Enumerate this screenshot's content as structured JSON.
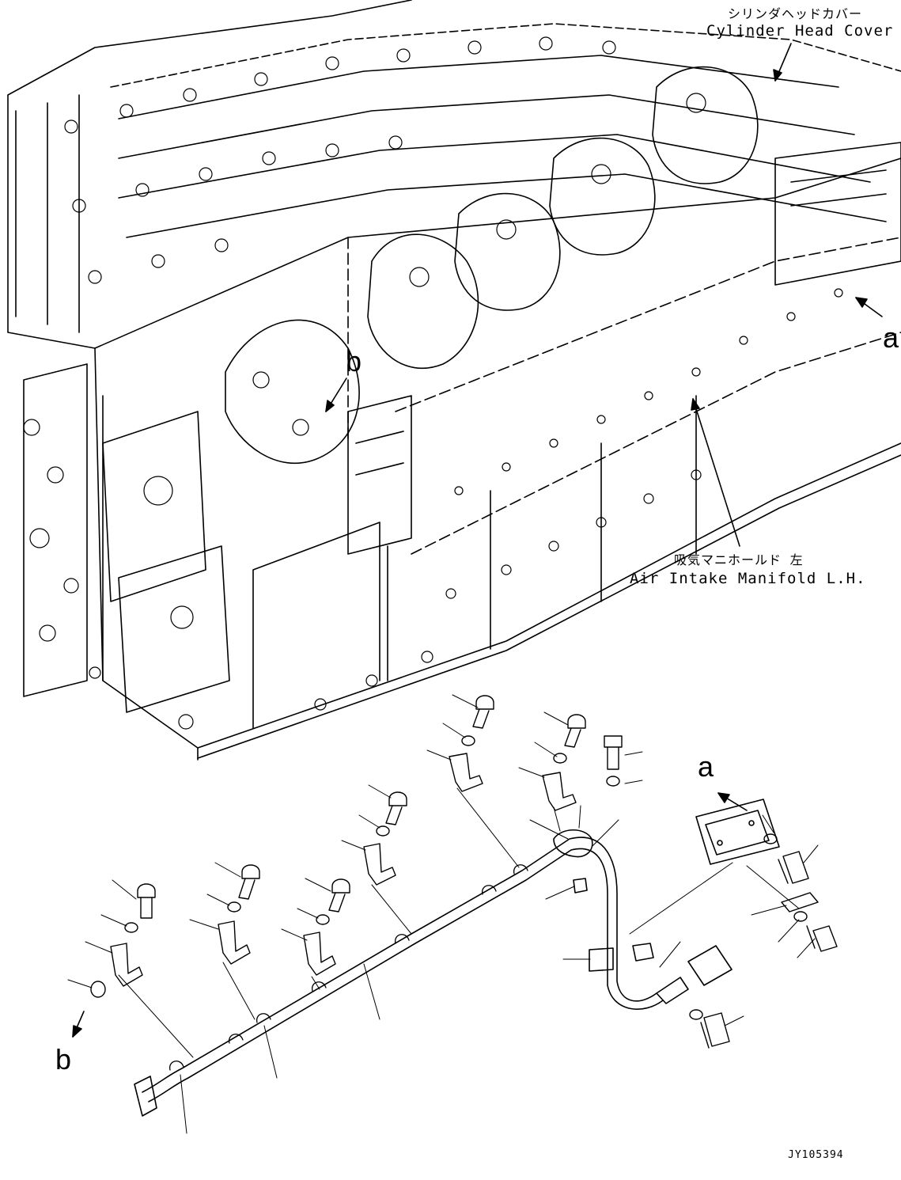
{
  "labels": {
    "cylinder_head_cover_jp": "シリンダヘッドカバー",
    "cylinder_head_cover_en": "Cylinder Head Cover",
    "air_intake_manifold_jp": "吸気マニホールド 左",
    "air_intake_manifold_en": "Air Intake Manifold L.H.",
    "ref_a_top": "a",
    "ref_b_top": "b",
    "ref_a_detail": "a",
    "ref_b_detail": "b",
    "drawing_number": "JY105394"
  },
  "colors": {
    "line": "#000000",
    "background": "#ffffff"
  }
}
